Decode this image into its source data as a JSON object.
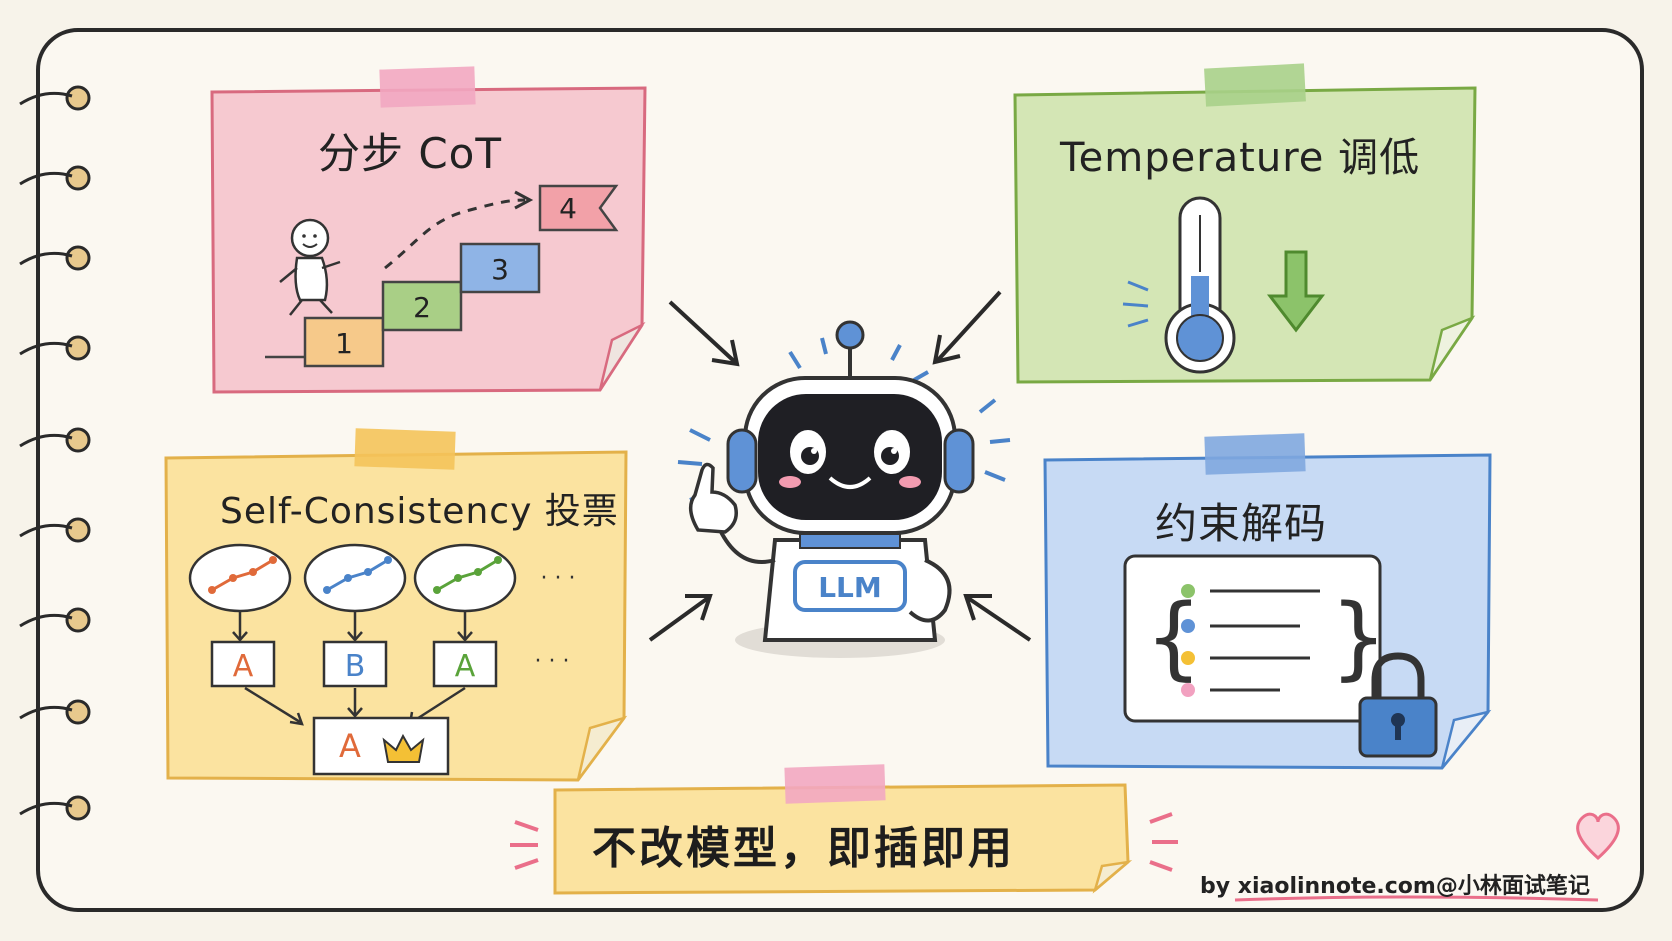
{
  "notes": {
    "cot": {
      "title": "分步 CoT",
      "steps": [
        "1",
        "2",
        "3",
        "4"
      ]
    },
    "temperature": {
      "title": "Temperature 调低"
    },
    "self_consistency": {
      "title": "Self-Consistency 投票",
      "answers": [
        "A",
        "B",
        "A"
      ],
      "final_answer": "A",
      "ellipsis": "· · ·"
    },
    "constrained": {
      "title": "约束解码"
    }
  },
  "robot": {
    "label": "LLM"
  },
  "banner": {
    "text": "不改模型，即插即用"
  },
  "credit": {
    "text": "by xiaolinnote.com@小林面试笔记"
  },
  "colors": {
    "pink": "#f6c9d0",
    "green": "#d4e6b5",
    "yellow": "#fbe3a0",
    "blue": "#c7daf4",
    "accent_blue": "#4a83c9"
  }
}
